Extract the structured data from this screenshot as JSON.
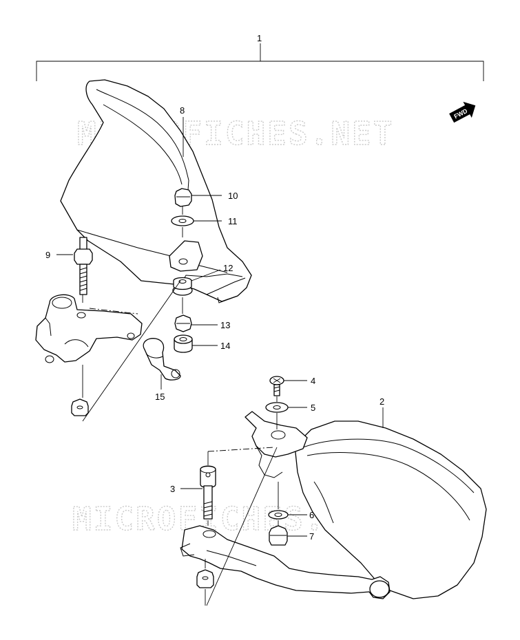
{
  "watermark": {
    "text": "MICROFICHES.NET",
    "color": "#b8b8b8"
  },
  "direction_badge": {
    "label": "FWD"
  },
  "callouts": {
    "c1": "1",
    "c2": "2",
    "c3": "3",
    "c4": "4",
    "c5": "5",
    "c6": "6",
    "c7": "7",
    "c8": "8",
    "c9": "9",
    "c10": "10",
    "c11": "11",
    "c12": "12",
    "c13": "13",
    "c14": "14",
    "c15": "15"
  }
}
